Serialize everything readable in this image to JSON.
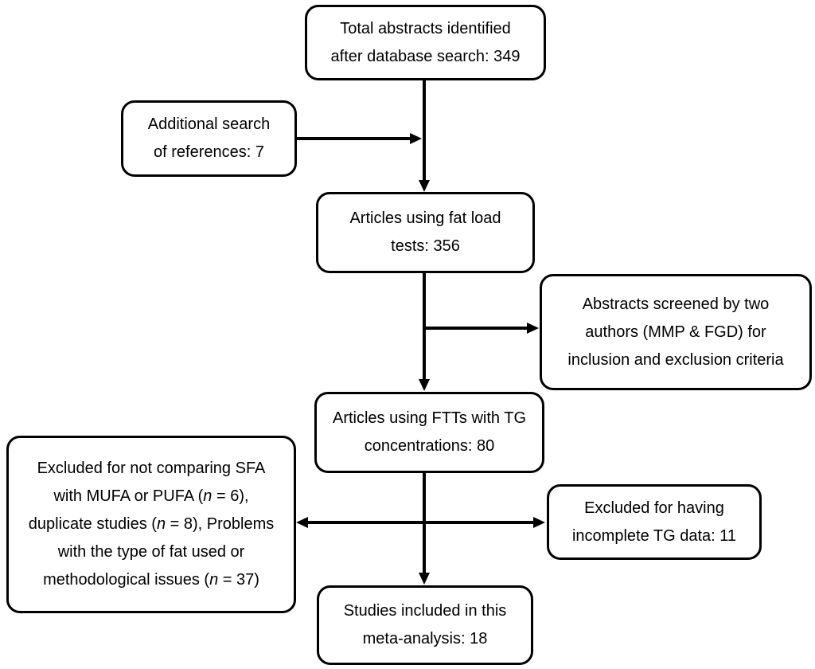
{
  "figure": {
    "type": "flowchart",
    "description": "Study selection flow diagram for a meta-analysis of fat load tests"
  },
  "colors": {
    "line": "#000000",
    "border": "#000000",
    "text": "#000000",
    "background": "#ffffff"
  },
  "boxes": {
    "total_abstracts": {
      "lines": [
        "Total abstracts identified",
        "after database search: 349"
      ],
      "count": 349
    },
    "additional_search": {
      "lines": [
        "Additional search",
        "of references: 7"
      ],
      "count": 7
    },
    "fat_load_tests": {
      "lines": [
        "Articles using fat load",
        "tests: 356"
      ],
      "count": 356
    },
    "abstracts_screened": {
      "lines": [
        "Abstracts screened by two",
        "authors (MMP & FGD) for",
        "inclusion and exclusion criteria"
      ]
    },
    "ftts_tg": {
      "lines": [
        "Articles using FTTs with TG",
        "concentrations: 80"
      ],
      "count": 80
    },
    "excluded_sfa": {
      "lines": [
        "Excluded for not comparing SFA",
        "with MUFA or PUFA (*n* = 6),",
        "duplicate studies (*n* = 8), Problems",
        "with the type of fat used or",
        "methodological issues (*n* = 37)"
      ],
      "counts": [
        6,
        8,
        37
      ]
    },
    "excluded_tg": {
      "lines": [
        "Excluded for having",
        "incomplete TG data: 11"
      ],
      "count": 11
    },
    "included": {
      "lines": [
        "Studies included in this",
        "meta-analysis: 18"
      ],
      "count": 18
    }
  }
}
